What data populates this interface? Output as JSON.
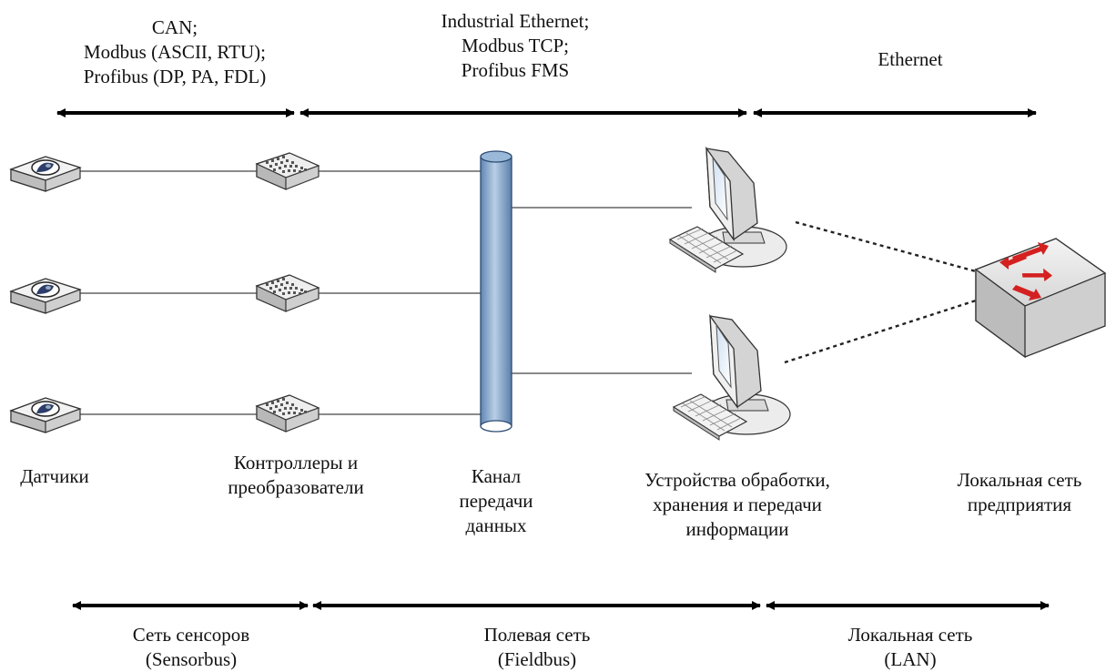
{
  "protocols": {
    "sensor_bus": [
      "CAN;",
      "Modbus (ASCII, RTU);",
      "Profibus (DP, PA, FDL)"
    ],
    "field_bus": [
      "Industrial Ethernet;",
      "Modbus TCP;",
      "Profibus FMS"
    ],
    "lan": [
      "Ethernet"
    ]
  },
  "components": {
    "sensors": "Датчики",
    "controllers": [
      "Контроллеры и",
      "преобразователи"
    ],
    "channel": [
      "Канал",
      "передачи",
      "данных"
    ],
    "processing": [
      "Устройства обработки,",
      "хранения и передачи",
      "информации"
    ],
    "enterprise_lan": [
      "Локальная сеть",
      "предприятия"
    ]
  },
  "networks": {
    "sensorbus": [
      "Сеть сенсоров",
      "(Sensorbus)"
    ],
    "fieldbus": [
      "Полевая сеть",
      "(Fieldbus)"
    ],
    "lan": [
      "Локальная сеть",
      "(LAN)"
    ]
  },
  "colors": {
    "arrow": "#000000",
    "link": "#444444",
    "bus_pipe": "#7fa2c8",
    "switch_arrow": "#d42020",
    "device_body": "#e8e8e8"
  }
}
